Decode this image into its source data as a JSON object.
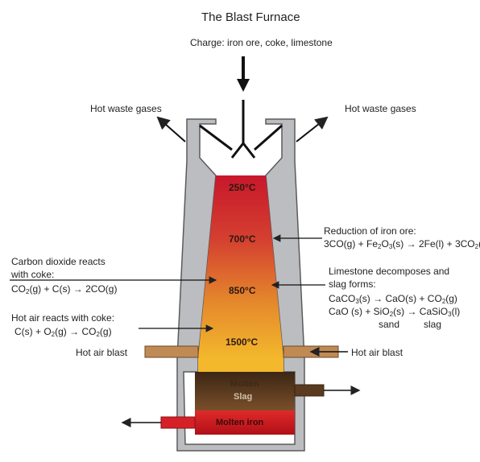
{
  "title": "The Blast Furnace",
  "charge": "Charge: iron ore, coke, limestone",
  "hot_waste_left": "Hot waste gases",
  "hot_waste_right": "Hot waste gases",
  "temps": [
    "250°C",
    "700°C",
    "850°C",
    "1500°C"
  ],
  "hot_air_blast_left": "Hot air blast",
  "hot_air_blast_right": "Hot air blast",
  "molten_slag_1": "Molten",
  "molten_slag_2": "Slag",
  "molten_iron": "Molten iron",
  "co2_reacts_1": "Carbon dioxide reacts",
  "co2_reacts_2": "with coke:",
  "hot_air_reacts": "Hot air reacts with coke:",
  "reduction_title": "Reduction of iron ore:",
  "limestone_1": "Limestone decomposes and",
  "limestone_2": "slag forms:",
  "sand": "sand",
  "slag": "slag",
  "colors": {
    "furnace_wall": "#bcbdc0",
    "wall_outline": "#5b5b5b",
    "hot_top": "#c8172b",
    "hot_mid": "#e07a2a",
    "hot_bottom": "#f2b52a",
    "slag": "#5a3a20",
    "iron": "#e4202a",
    "pipe": "#c08a55"
  }
}
